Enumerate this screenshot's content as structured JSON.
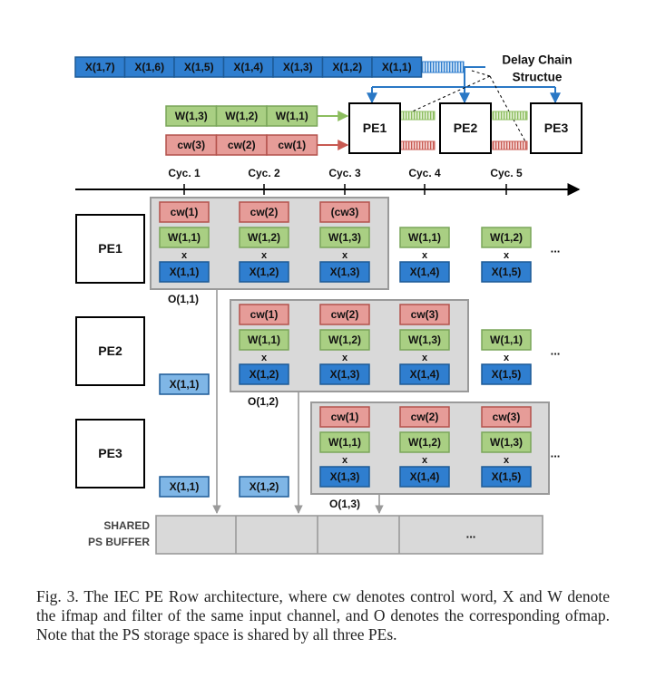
{
  "top": {
    "x_chain": [
      "X(1,7)",
      "X(1,6)",
      "X(1,5)",
      "X(1,4)",
      "X(1,3)",
      "X(1,2)",
      "X(1,1)"
    ],
    "w_chain": [
      "W(1,3)",
      "W(1,2)",
      "W(1,1)"
    ],
    "cw_chain": [
      "cw(3)",
      "cw(2)",
      "cw(1)"
    ],
    "pes": [
      "PE1",
      "PE2",
      "PE3"
    ],
    "delay_label_line1": "Delay Chain",
    "delay_label_line2": "Structue",
    "cycles": [
      "Cyc. 1",
      "Cyc. 2",
      "Cyc. 3",
      "Cyc. 4",
      "Cyc. 5"
    ]
  },
  "rows": [
    {
      "pe": "PE1",
      "pre": [],
      "cells": [
        {
          "cw": "cw(1)",
          "w": "W(1,1)",
          "x": "X(1,1)"
        },
        {
          "cw": "cw(2)",
          "w": "W(1,2)",
          "x": "X(1,2)"
        },
        {
          "cw": "(cw3)",
          "w": "W(1,3)",
          "x": "X(1,3)"
        }
      ],
      "after": [
        {
          "w": "W(1,1)",
          "x": "X(1,4)"
        },
        {
          "w": "W(1,2)",
          "x": "X(1,5)"
        }
      ],
      "out": "O(1,1)"
    },
    {
      "pe": "PE2",
      "pre": [
        "X(1,1)"
      ],
      "cells": [
        {
          "cw": "cw(1)",
          "w": "W(1,1)",
          "x": "X(1,2)"
        },
        {
          "cw": "cw(2)",
          "w": "W(1,2)",
          "x": "X(1,3)"
        },
        {
          "cw": "cw(3)",
          "w": "W(1,3)",
          "x": "X(1,4)"
        }
      ],
      "after": [
        {
          "w": "W(1,1)",
          "x": "X(1,5)"
        }
      ],
      "out": "O(1,2)"
    },
    {
      "pe": "PE3",
      "pre": [
        "X(1,1)",
        "X(1,2)"
      ],
      "cells": [
        {
          "cw": "cw(1)",
          "w": "W(1,1)",
          "x": "X(1,3)"
        },
        {
          "cw": "cw(2)",
          "w": "W(1,2)",
          "x": "X(1,4)"
        },
        {
          "cw": "cw(3)",
          "w": "W(1,3)",
          "x": "X(1,5)"
        }
      ],
      "after": [],
      "out": "O(1,3)"
    }
  ],
  "mult_symbol": "x",
  "ellipsis": "...",
  "buffer": {
    "line1": "SHARED",
    "line2": "PS BUFFER",
    "ellipsis": "..."
  },
  "caption": "Fig. 3.  The IEC PE Row architecture, where cw denotes control word, X and W denote the ifmap and filter of the same input channel, and O denotes the corresponding ofmap. Note that the PS storage space is shared by all three PEs.",
  "colors": {
    "blue_fill": "#2f7ecf",
    "blue_stroke": "#1d5a96",
    "light_blue_fill": "#7fb6e6",
    "green_fill": "#a9cf83",
    "green_stroke": "#7aa65a",
    "red_fill": "#e69c98",
    "red_stroke": "#b4524c",
    "gray_fill": "#d9d9d9",
    "gray_stroke": "#9a9a9a",
    "arrow_blue": "#2a78c5",
    "arrow_gray": "#9a9a9a"
  }
}
